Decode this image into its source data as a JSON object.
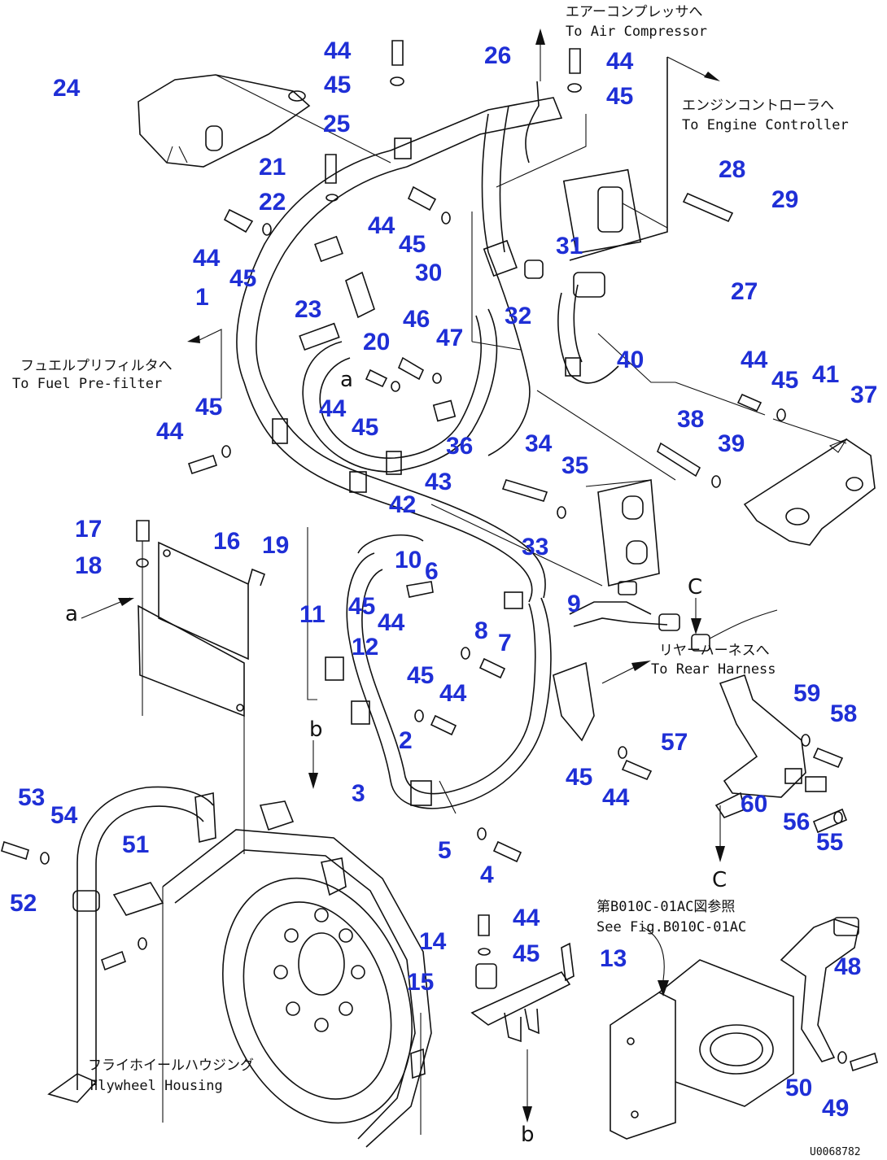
{
  "part_numbers": {
    "p1": "1",
    "p2": "2",
    "p3": "3",
    "p4": "4",
    "p5": "5",
    "p6": "6",
    "p7": "7",
    "p8": "8",
    "p9": "9",
    "p10": "10",
    "p11": "11",
    "p12": "12",
    "p13": "13",
    "p14": "14",
    "p15": "15",
    "p16": "16",
    "p17": "17",
    "p18": "18",
    "p19": "19",
    "p20": "20",
    "p21": "21",
    "p22": "22",
    "p23": "23",
    "p24": "24",
    "p25": "25",
    "p26": "26",
    "p27": "27",
    "p28": "28",
    "p29": "29",
    "p30": "30",
    "p31": "31",
    "p32": "32",
    "p33": "33",
    "p34": "34",
    "p35": "35",
    "p36": "36",
    "p37": "37",
    "p38": "38",
    "p39": "39",
    "p40": "40",
    "p41": "41",
    "p42": "42",
    "p43": "43",
    "p44": "44",
    "p45": "45",
    "p46": "46",
    "p47": "47",
    "p48": "48",
    "p49": "49",
    "p50": "50",
    "p51": "51",
    "p52": "52",
    "p53": "53",
    "p54": "54",
    "p55": "55",
    "p56": "56",
    "p57": "57",
    "p58": "58",
    "p59": "59",
    "p60": "60"
  },
  "notes": {
    "air_compressor_jp": "エアーコンプレッサへ",
    "air_compressor_en": "To Air Compressor",
    "engine_controller_jp": "エンジンコントローラへ",
    "engine_controller_en": "To Engine Controller",
    "fuel_prefilter_jp": "フュエルプリフィルタへ",
    "fuel_prefilter_en": "To Fuel Pre-filter",
    "rear_harness_jp": "リヤーハーネスへ",
    "rear_harness_en": "To Rear Harness",
    "see_fig_jp": "第B010C-01AC図参照",
    "see_fig_en": "See Fig.B010C-01AC",
    "flywheel_jp": "フライホイールハウジング",
    "flywheel_en": "Flywheel Housing"
  },
  "view_letters": {
    "a": "a",
    "b": "b",
    "c": "C"
  },
  "drawing_code": "U0068782"
}
